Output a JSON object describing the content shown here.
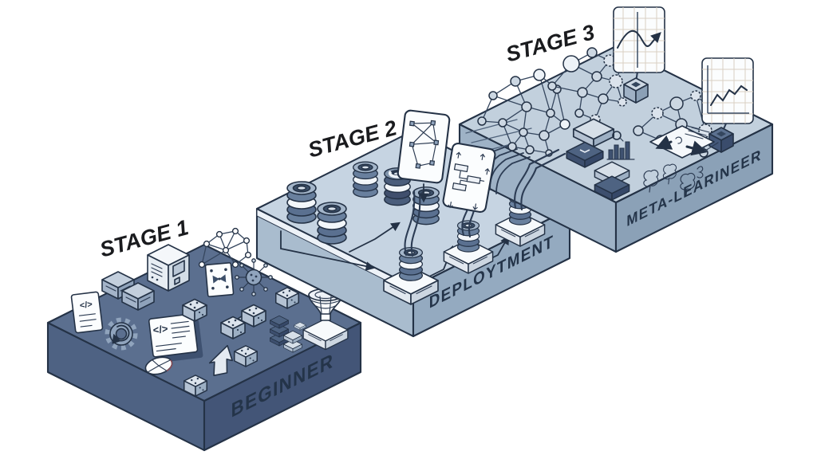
{
  "stages": [
    {
      "label": "STAGE 1",
      "face_label": "BEGINNER",
      "icons": [
        "code-document-card",
        "crate-boxes",
        "server-box",
        "network-dome",
        "pattern-card",
        "virus-ball",
        "gear-sync",
        "code-editor-window",
        "pie-chart",
        "dice-cubes",
        "linked-cubes",
        "block-stack",
        "funnel-hopper",
        "bent-arrow"
      ]
    },
    {
      "label": "STAGE 2",
      "face_label": "DEPLOYTMENT",
      "icons": [
        "ring-stack-coils",
        "open-dark-coil",
        "pedestal-coils",
        "flow-arrows",
        "graph-sketch-card",
        "flowchart-card",
        "cables"
      ]
    },
    {
      "label": "STAGE 3",
      "face_label": "META-LEARINEER",
      "icons": [
        "neural-network-left",
        "neural-network-center",
        "neural-network-right",
        "line-chart-billboard-1",
        "line-chart-billboard-2",
        "device-slab",
        "dark-module",
        "stacked-slabs",
        "mini-bar-chart",
        "arrows-plate",
        "tree-sketches",
        "connector-cubes",
        "cables"
      ]
    }
  ],
  "glyphs": {
    "code": "</>"
  },
  "colors": {
    "background": "#ffffff",
    "outline": "#243246",
    "stage1": {
      "top": "#5b6f8f",
      "left": "#4e6283",
      "right": "#435577"
    },
    "stage2": {
      "top": "#c6d4e2",
      "left": "#a9bcce",
      "right": "#94aac0"
    },
    "stage3": {
      "top": "#c2d0dd",
      "left": "#9eb2c6",
      "right": "#8ba1b7"
    }
  }
}
